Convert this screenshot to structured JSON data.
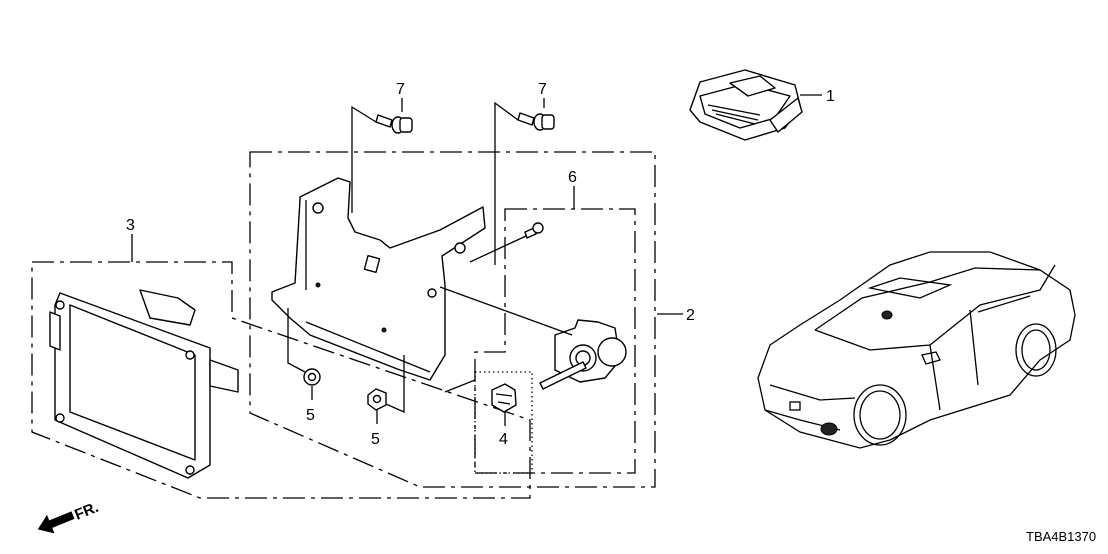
{
  "diagram": {
    "code": "TBA4B1370",
    "front_marker": "FR.",
    "callouts": [
      {
        "label": "1",
        "part": "camera-unit"
      },
      {
        "label": "2",
        "part": "bracket-assembly"
      },
      {
        "label": "3",
        "part": "radar-unit"
      },
      {
        "label": "4",
        "part": "clip"
      },
      {
        "label": "5",
        "part": "nut-left"
      },
      {
        "label": "5",
        "part": "nut-right"
      },
      {
        "label": "6",
        "part": "aim-adjuster"
      },
      {
        "label": "7",
        "part": "bolt-left"
      },
      {
        "label": "7",
        "part": "bolt-right"
      }
    ]
  }
}
